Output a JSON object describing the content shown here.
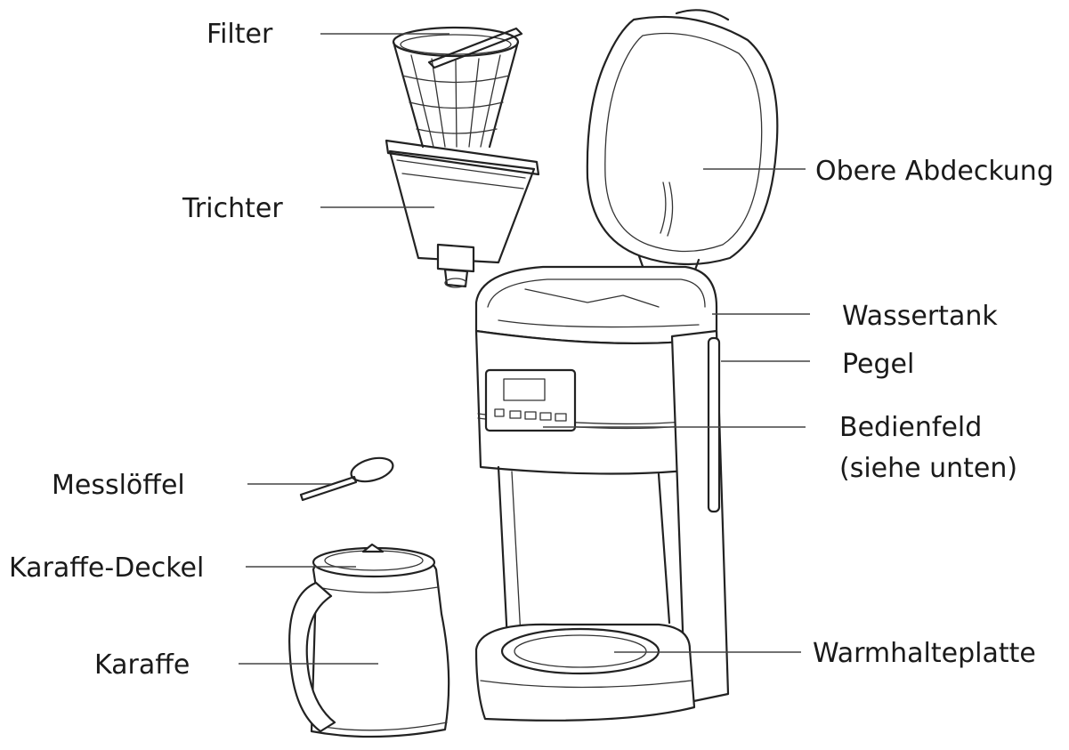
{
  "labels": {
    "filter": "Filter",
    "trichter": "Trichter",
    "messloeffel": "Messlöffel",
    "karaffe_deckel": "Karaffe-Deckel",
    "karaffe": "Karaffe",
    "obere_abdeckung": "Obere Abdeckung",
    "wassertank": "Wassertank",
    "pegel": "Pegel",
    "bedienfeld_line1": "Bedienfeld",
    "bedienfeld_line2": "(siehe unten)",
    "warmhalteplatte": "Warmhalteplatte"
  },
  "colors": {
    "line": "#222222",
    "text": "#1a1a1a",
    "background": "#ffffff"
  }
}
